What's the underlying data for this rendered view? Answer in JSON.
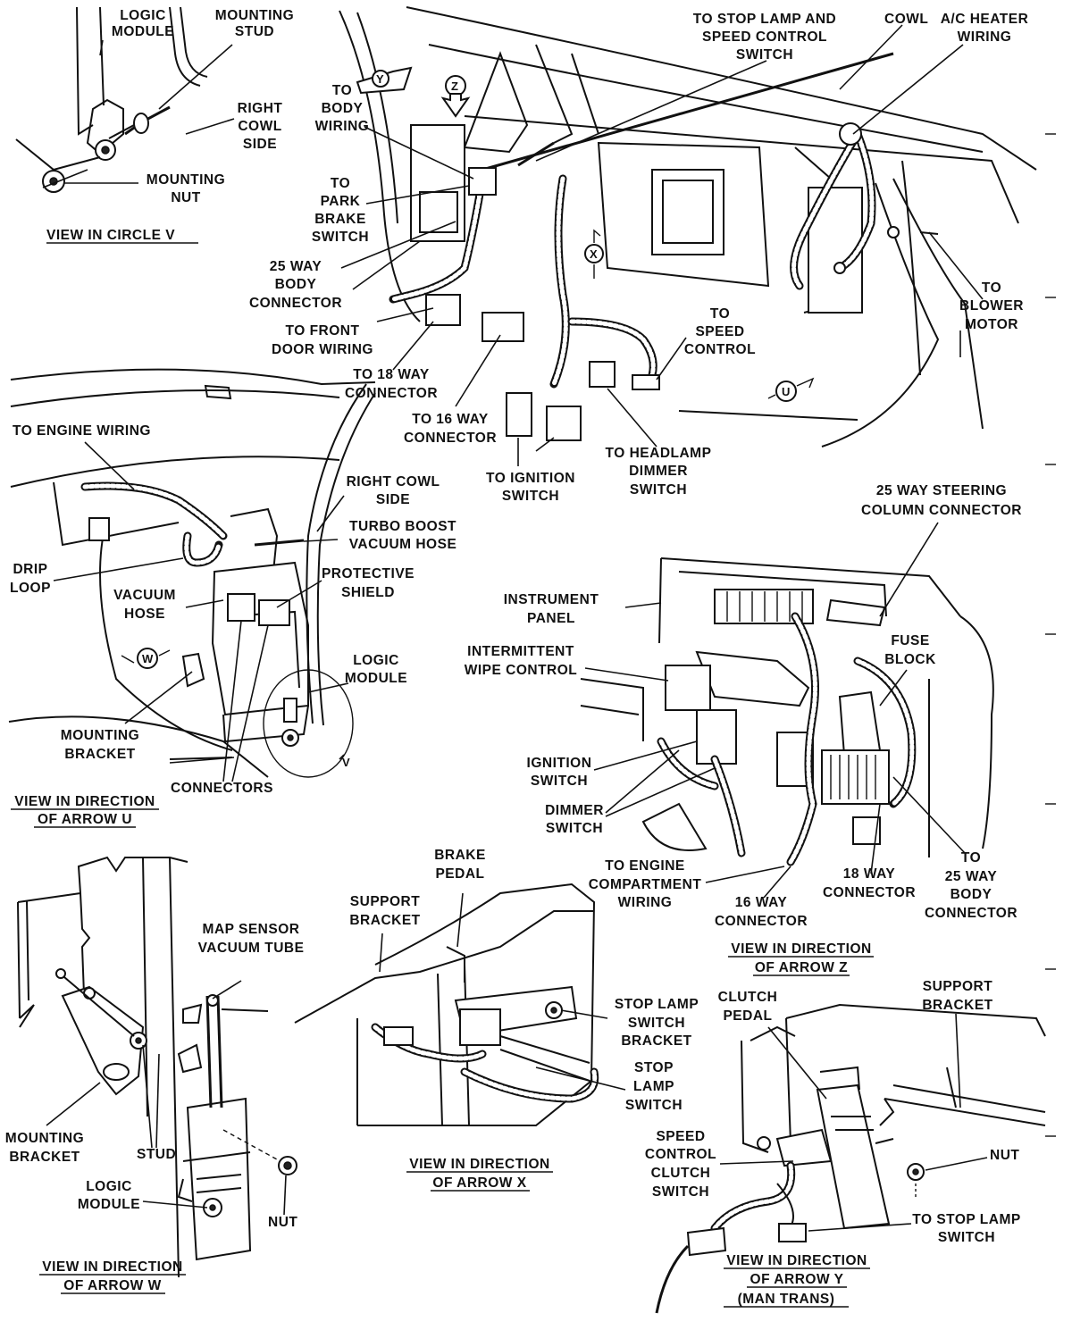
{
  "views": {
    "circle_v": {
      "caption": "VIEW IN CIRCLE V",
      "labels": {
        "logic_module": "LOGIC MODULE",
        "mounting_stud": "MOUNTING STUD",
        "right_cowl_side": "RIGHT COWL SIDE",
        "mounting_nut": "MOUNTING NUT"
      }
    },
    "main": {
      "labels": {
        "to_body_wiring": "TO BODY WIRING",
        "to_stop_lamp_speed": "TO STOP LAMP AND SPEED CONTROL SWITCH",
        "cowl": "COWL",
        "ac_heater_wiring": "A/C HEATER WIRING",
        "to_park_brake": "TO PARK BRAKE SWITCH",
        "body_connector_25": "25 WAY BODY CONNECTOR",
        "to_front_door": "TO FRONT DOOR WIRING",
        "to_18_way": "TO 18 WAY CONNECTOR",
        "to_16_way": "TO 16 WAY CONNECTOR",
        "to_ignition": "TO IGNITION SWITCH",
        "to_headlamp_dimmer": "TO HEADLAMP DIMMER SWITCH",
        "to_speed_control": "TO SPEED CONTROL",
        "to_blower_motor": "TO BLOWER MOTOR"
      },
      "arrow_tags": [
        "Y",
        "Z",
        "X",
        "U"
      ]
    },
    "arrow_u": {
      "caption": "VIEW IN DIRECTION OF ARROW U",
      "labels": {
        "to_engine_wiring": "TO ENGINE WIRING",
        "right_cowl_side": "RIGHT COWL SIDE",
        "turbo_boost": "TURBO BOOST VACUUM HOSE",
        "drip_loop": "DRIP LOOP",
        "vacuum_hose": "VACUUM HOSE",
        "protective_shield": "PROTECTIVE SHIELD",
        "logic_module": "LOGIC MODULE",
        "mounting_bracket": "MOUNTING BRACKET",
        "connectors": "CONNECTORS"
      },
      "arrow_tags": [
        "W",
        "V"
      ]
    },
    "arrow_z": {
      "caption": "VIEW IN DIRECTION OF ARROW Z",
      "labels": {
        "steering_col_connector": "25 WAY STEERING COLUMN CONNECTOR",
        "instrument_panel": "INSTRUMENT PANEL",
        "fuse_block": "FUSE BLOCK",
        "intermittent_wipe": "INTERMITTENT WIPE CONTROL",
        "ignition_switch": "IGNITION SWITCH",
        "dimmer_switch": "DIMMER SWITCH",
        "to_engine_compartment": "TO ENGINE COMPARTMENT WIRING",
        "way16_connector": "16 WAY CONNECTOR",
        "way18_connector": "18 WAY CONNECTOR",
        "to_25_way_body": "TO 25 WAY BODY CONNECTOR"
      }
    },
    "arrow_w": {
      "caption": "VIEW IN DIRECTION OF ARROW W",
      "labels": {
        "map_sensor": "MAP SENSOR VACUUM TUBE",
        "mounting_bracket": "MOUNTING BRACKET",
        "stud": "STUD",
        "logic_module": "LOGIC MODULE",
        "nut": "NUT"
      }
    },
    "arrow_x": {
      "caption": "VIEW IN DIRECTION OF ARROW X",
      "labels": {
        "brake_pedal": "BRAKE PEDAL",
        "support_bracket": "SUPPORT BRACKET",
        "stop_lamp_switch_bracket": "STOP LAMP SWITCH BRACKET",
        "stop_lamp_switch": "STOP LAMP SWITCH"
      }
    },
    "arrow_y": {
      "caption": "VIEW IN DIRECTION OF ARROW Y",
      "caption2": "(MAN TRANS)",
      "labels": {
        "clutch_pedal": "CLUTCH PEDAL",
        "support_bracket": "SUPPORT BRACKET",
        "nut": "NUT",
        "speed_control_clutch": "SPEED CONTROL CLUTCH SWITCH",
        "to_stop_lamp_switch": "TO STOP LAMP SWITCH"
      }
    }
  }
}
